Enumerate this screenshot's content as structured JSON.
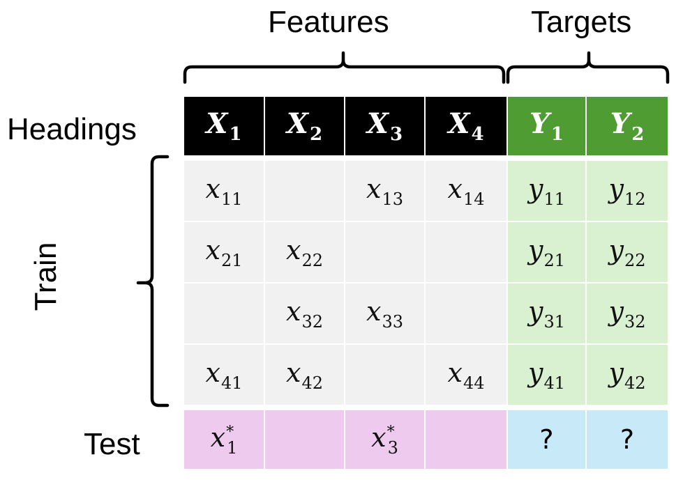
{
  "labels": {
    "features": "Features",
    "targets": "Targets",
    "headings": "Headings",
    "train": "Train",
    "test": "Test"
  },
  "headings": [
    {
      "base": "X",
      "sub": "1",
      "kind": "feature"
    },
    {
      "base": "X",
      "sub": "2",
      "kind": "feature"
    },
    {
      "base": "X",
      "sub": "3",
      "kind": "feature"
    },
    {
      "base": "X",
      "sub": "4",
      "kind": "feature"
    },
    {
      "base": "Y",
      "sub": "1",
      "kind": "target"
    },
    {
      "base": "Y",
      "sub": "2",
      "kind": "target"
    }
  ],
  "train_rows": [
    [
      {
        "base": "x",
        "sub": "11"
      },
      null,
      {
        "base": "x",
        "sub": "13"
      },
      {
        "base": "x",
        "sub": "14"
      },
      {
        "base": "y",
        "sub": "11"
      },
      {
        "base": "y",
        "sub": "12"
      }
    ],
    [
      {
        "base": "x",
        "sub": "21"
      },
      {
        "base": "x",
        "sub": "22"
      },
      null,
      null,
      {
        "base": "y",
        "sub": "21"
      },
      {
        "base": "y",
        "sub": "22"
      }
    ],
    [
      null,
      {
        "base": "x",
        "sub": "32"
      },
      {
        "base": "x",
        "sub": "33"
      },
      null,
      {
        "base": "y",
        "sub": "31"
      },
      {
        "base": "y",
        "sub": "32"
      }
    ],
    [
      {
        "base": "x",
        "sub": "41"
      },
      {
        "base": "x",
        "sub": "42"
      },
      null,
      {
        "base": "x",
        "sub": "44"
      },
      {
        "base": "y",
        "sub": "41"
      },
      {
        "base": "y",
        "sub": "42"
      }
    ]
  ],
  "test_row": [
    {
      "base": "x",
      "sub": "1",
      "sup": "*"
    },
    null,
    {
      "base": "x",
      "sub": "3",
      "sup": "*"
    },
    null,
    {
      "text": "?"
    },
    {
      "text": "?"
    }
  ],
  "colors": {
    "feature_header": "#000000",
    "target_header": "#4e9c32",
    "feature_cell": "#f1f1f1",
    "target_cell": "#d9f1d0",
    "test_feature_cell": "#efcaef",
    "test_target_cell": "#c8eaf8"
  }
}
